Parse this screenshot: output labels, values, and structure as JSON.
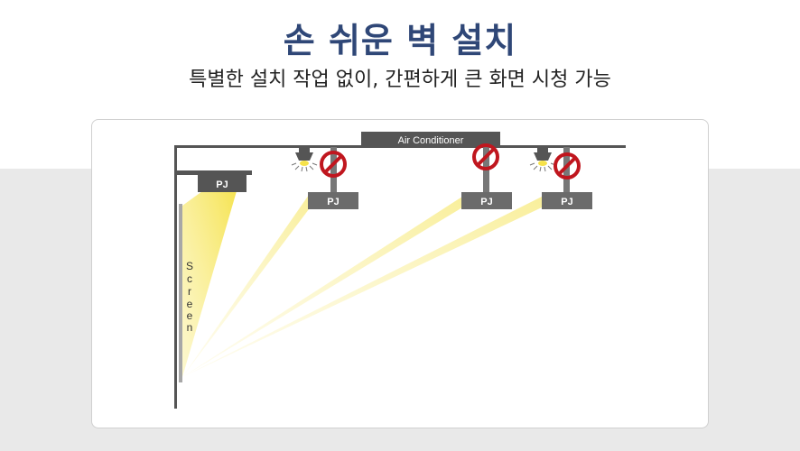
{
  "header": {
    "title": "손 쉬운 벽 설치",
    "subtitle": "특별한 설치 작업 없이, 간편하게 큰 화면 시청 가능"
  },
  "diagram": {
    "ac_label": "Air Conditioner",
    "wall_pj_label": "PJ",
    "ceiling_pj_labels": [
      "PJ",
      "PJ",
      "PJ"
    ],
    "screen_letters": [
      "S",
      "c",
      "r",
      "e",
      "e",
      "n"
    ]
  },
  "colors": {
    "title": "#2f4777",
    "beam_yellow": "#f7e65a",
    "no_sign_red": "#c0161e",
    "device_gray": "#6b6b6b",
    "structure_gray": "#555555",
    "screen_gray": "#a7a7a7"
  },
  "icons": {
    "ceiling_light": "ceiling-lamp-icon",
    "no_sign": "prohibited-icon"
  }
}
